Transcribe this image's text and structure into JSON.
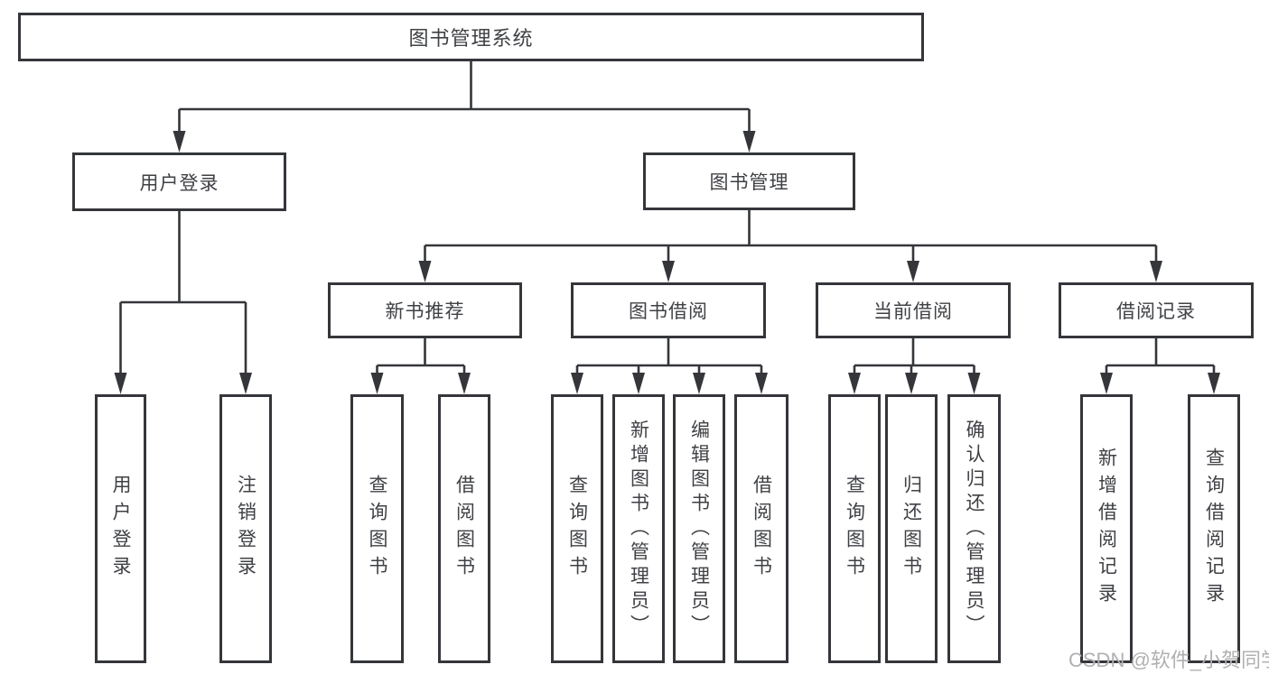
{
  "diagram_title": "图书管理系统",
  "tree": {
    "root": "图书管理系统",
    "level2": [
      "用户登录",
      "图书管理"
    ],
    "level3": [
      "新书推荐",
      "图书借阅",
      "当前借阅",
      "借阅记录"
    ],
    "leaves": [
      "用户登录",
      "注销登录",
      "查询图书",
      "借阅图书",
      "查询图书",
      "新增图书（管理员）",
      "编辑图书（管理员）",
      "借阅图书",
      "查询图书",
      "归还图书",
      "确认归还（管理员）",
      "新增借阅记录",
      "查询借阅记录"
    ]
  },
  "watermark": "CSDN @软件_小贺同学",
  "colors": {
    "line": "#34363a",
    "box_fill": "#ffffff",
    "text": "#3f4145",
    "watermark": "#b0b0b0"
  }
}
